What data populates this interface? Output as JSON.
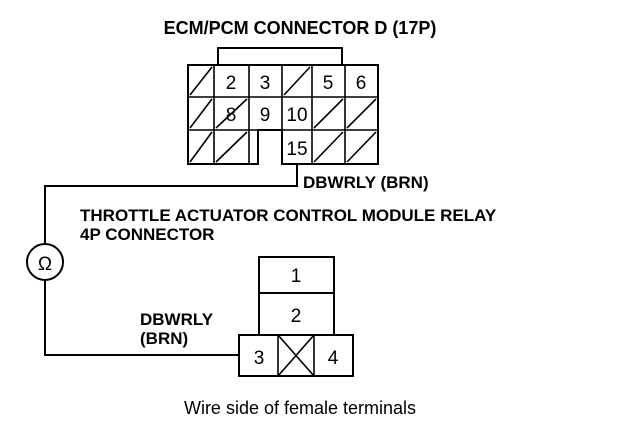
{
  "ecm_connector": {
    "title": "ECM/PCM CONNECTOR D (17P)",
    "pins": [
      "2",
      "3",
      "5",
      "6",
      "8",
      "9",
      "10",
      "15"
    ]
  },
  "wire_label_top": "DBWRLY (BRN)",
  "relay_connector": {
    "title_line1": "THROTTLE ACTUATOR CONTROL MODULE RELAY",
    "title_line2": "4P CONNECTOR",
    "pins": [
      "1",
      "2",
      "3",
      "4"
    ]
  },
  "wire_label_bottom": {
    "line1": "DBWRLY",
    "line2": "(BRN)"
  },
  "ohmmeter": {
    "symbol": "Ω"
  },
  "caption": "Wire side of female terminals"
}
